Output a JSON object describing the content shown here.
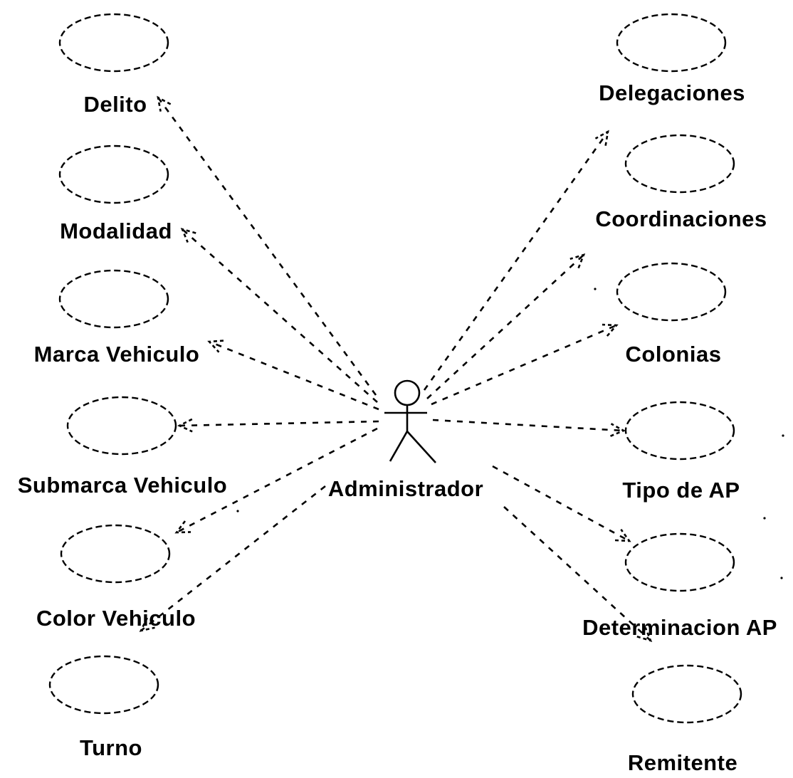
{
  "actor": {
    "name": "Administrador"
  },
  "use_cases": [
    {
      "id": "delito",
      "label": "Delito"
    },
    {
      "id": "modalidad",
      "label": "Modalidad"
    },
    {
      "id": "marca-vehiculo",
      "label": "Marca Vehiculo"
    },
    {
      "id": "submarca-vehiculo",
      "label": "Submarca Vehiculo"
    },
    {
      "id": "color-vehiculo",
      "label": "Color Vehiculo"
    },
    {
      "id": "turno",
      "label": "Turno"
    },
    {
      "id": "delegaciones",
      "label": "Delegaciones"
    },
    {
      "id": "coordinaciones",
      "label": "Coordinaciones"
    },
    {
      "id": "colonias",
      "label": "Colonias"
    },
    {
      "id": "tipo-de-ap",
      "label": "Tipo de AP"
    },
    {
      "id": "determinacion-ap",
      "label": "Determinacion AP"
    },
    {
      "id": "remitente",
      "label": "Remitente"
    }
  ]
}
